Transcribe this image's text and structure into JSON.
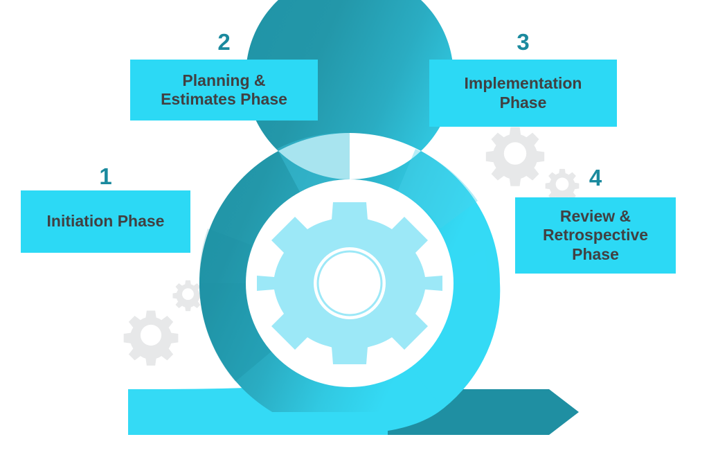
{
  "diagram": {
    "title": "Agile Project Phases Spiral Diagram",
    "background_color": "#ffffff",
    "phases": [
      {
        "number": "1",
        "label": "Initiation Phase",
        "box_color": "#2cd9f5",
        "number_color": "#1b8a9e",
        "text_color": "#414042"
      },
      {
        "number": "2",
        "label": "Planning &\nEstimates Phase",
        "box_color": "#2cd9f5",
        "number_color": "#1b8a9e",
        "text_color": "#414042"
      },
      {
        "number": "3",
        "label": "Implementation\nPhase",
        "box_color": "#2cd9f5",
        "number_color": "#1b8a9e",
        "text_color": "#414042"
      },
      {
        "number": "4",
        "label": "Review &\nRetrospective\nPhase",
        "box_color": "#2cd9f5",
        "number_color": "#1b8a9e",
        "text_color": "#414042"
      }
    ],
    "graphic": {
      "spiral_ring_icon": "spiral-ring",
      "center_gear_icon": "gear-icon",
      "arrow_bar_icon": "arrow-bar",
      "decorative_gear_icons": [
        "gear-decor-top-right",
        "gear-decor-right",
        "gear-decor-left-small",
        "gear-decor-left-large"
      ],
      "colors": {
        "dark_teal": "#2397a9",
        "deep_teal": "#1b8a9e",
        "bright_cyan": "#34daf5",
        "light_cyan": "#9ce8f7",
        "gear_gray": "#e6e7e8",
        "white": "#ffffff"
      }
    }
  }
}
